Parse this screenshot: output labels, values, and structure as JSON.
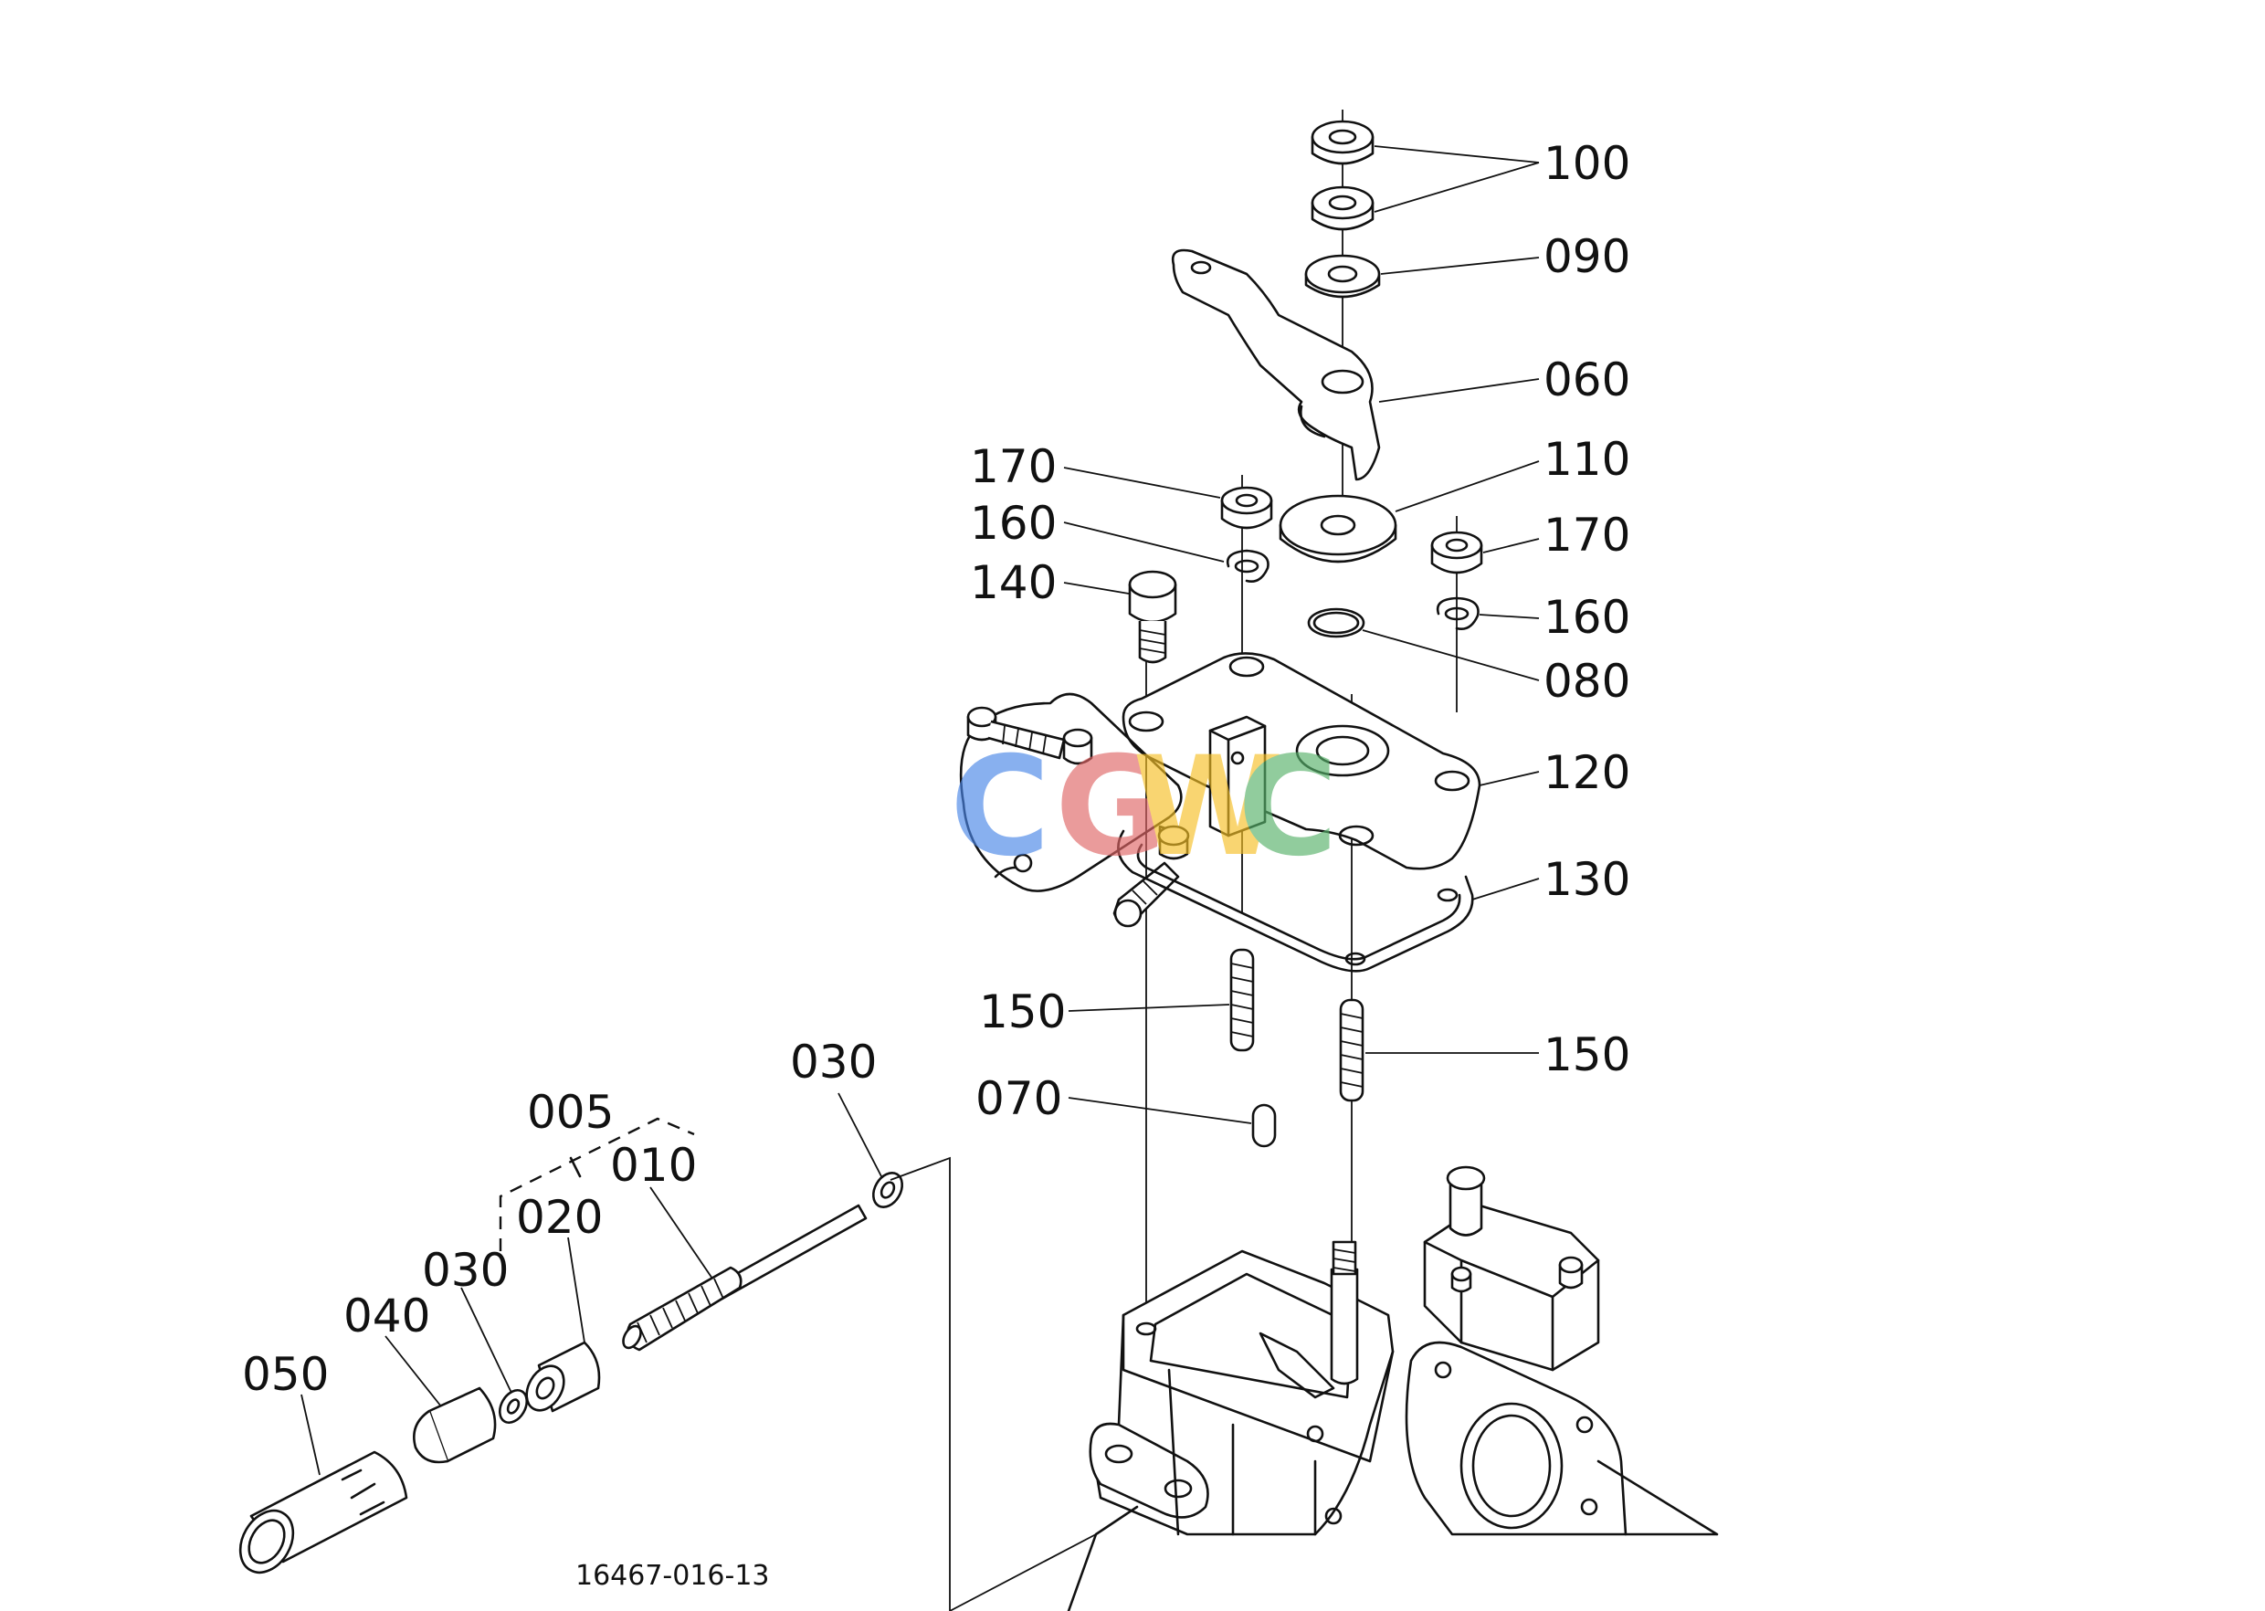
{
  "labels": {
    "p100": "100",
    "p090": "090",
    "p060": "060",
    "p110": "110",
    "p170a": "170",
    "p160a": "160",
    "p140": "140",
    "p170b": "170",
    "p160b": "160",
    "p080": "080",
    "p120": "120",
    "p130": "130",
    "p150a": "150",
    "p150b": "150",
    "p070": "070",
    "p030a": "030",
    "p005": "005",
    "p010": "010",
    "p020": "020",
    "p030b": "030",
    "p040": "040",
    "p050": "050"
  },
  "drawing_code": "16467-016-13",
  "watermark": {
    "letters": [
      "C",
      "G",
      "W",
      "C"
    ],
    "colors": [
      "#4a86e8",
      "#e06666",
      "#f6c026",
      "#57b26a"
    ]
  }
}
